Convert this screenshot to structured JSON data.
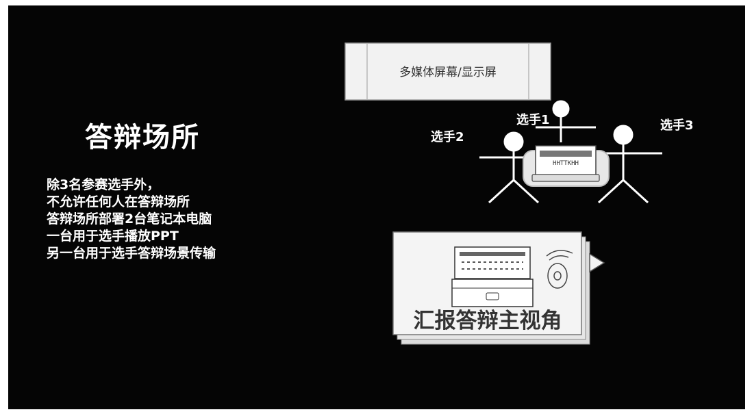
{
  "slide": {
    "title": "答辩场所",
    "description": [
      "除3名参赛选手外，",
      "不允许任何人在答辩场所",
      "答辩场所部署2台笔记本电脑",
      "一台用于选手播放PPT",
      "另一台用于选手答辩场景传输"
    ]
  },
  "diagram": {
    "screen_label": "多媒体屏幕/显示屏",
    "players": [
      "选手1",
      "选手2",
      "选手3"
    ],
    "laptop_label": "HHTTKHH",
    "view_label": "汇报答辩主视角"
  },
  "colors": {
    "background": "#050505",
    "text": "#ffffff",
    "screen_fill": "#f2f2f2",
    "card_fill": "#f4f4f4",
    "stroke": "#444444"
  }
}
